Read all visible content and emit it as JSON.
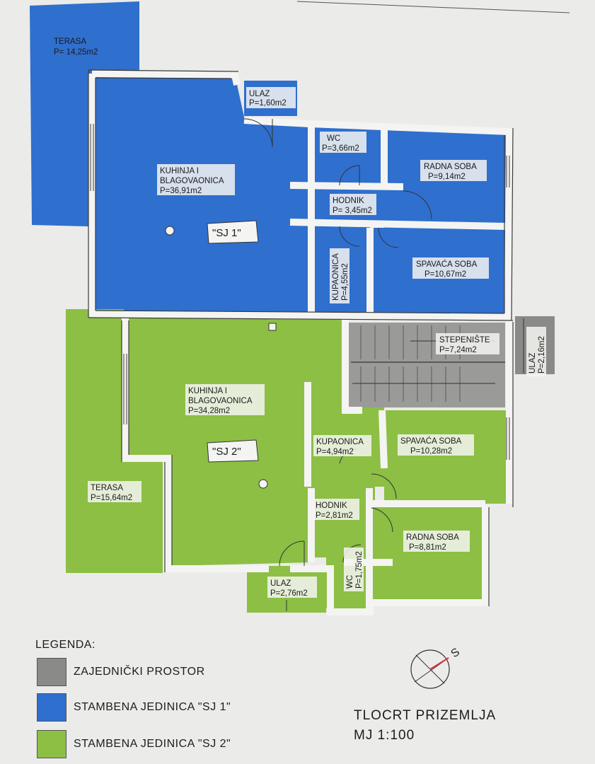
{
  "sj1": {
    "terasa": [
      "TERASA",
      "P= 14,25m2"
    ],
    "ulaz": [
      "ULAZ",
      "P=1,60m2"
    ],
    "kuhinja": [
      "KUHINJA I",
      "BLAGOVAONICA",
      "P=36,91m2"
    ],
    "wc": [
      "WC",
      "P=3,66m2"
    ],
    "radna_soba": [
      "RADNA SOBA",
      "P=9,14m2"
    ],
    "hodnik": [
      "HODNIK",
      "P= 3,45m2"
    ],
    "kupaonica": [
      "KUPAONICA",
      "P=4,55m2"
    ],
    "spavaca_soba": [
      "SPAVAĆA SOBA",
      "P=10,67m2"
    ],
    "tag": "\"SJ 1\""
  },
  "common": {
    "stepeniste": [
      "STEPENIŠTE",
      "P=7,24m2"
    ],
    "ulaz": [
      "ULAZ",
      "P=2,16m2"
    ]
  },
  "sj2": {
    "kuhinja": [
      "KUHINJA I",
      "BLAGOVAONICA",
      "P=34,28m2"
    ],
    "kupaonica": [
      "KUPAONICA",
      "P=4,94m2"
    ],
    "spavaca_soba": [
      "SPAVAĆA SOBA",
      "P=10,28m2"
    ],
    "terasa": [
      "TERASA",
      "P=15,64m2"
    ],
    "hodnik": [
      "HODNIK",
      "P=2,81m2"
    ],
    "radna_soba": [
      "RADNA SOBA",
      "P=8,81m2"
    ],
    "ulaz": [
      "ULAZ",
      "P=2,76m2"
    ],
    "wc": [
      "WC",
      "P=1,75m2"
    ],
    "tag": "\"SJ 2\""
  },
  "legend": {
    "title": "LEGENDA:",
    "items": [
      {
        "label": "ZAJEDNIČKI PROSTOR",
        "color": "#8a8a89"
      },
      {
        "label": "STAMBENA JEDINICA  \"SJ 1\"",
        "color": "#2f6fce"
      },
      {
        "label": "STAMBENA JEDINICA  \"SJ 2\"",
        "color": "#8cbf44"
      }
    ]
  },
  "compass_letter": "S",
  "title": {
    "line1": "TLOCRT PRIZEMLJA",
    "line2": "MJ 1:100"
  },
  "colors": {
    "sj1": "#2f6fce",
    "sj2": "#8cbf44",
    "common": "#8a8a89",
    "wall": "#f4f4f2",
    "wall_edge": "#3a3a3a"
  }
}
